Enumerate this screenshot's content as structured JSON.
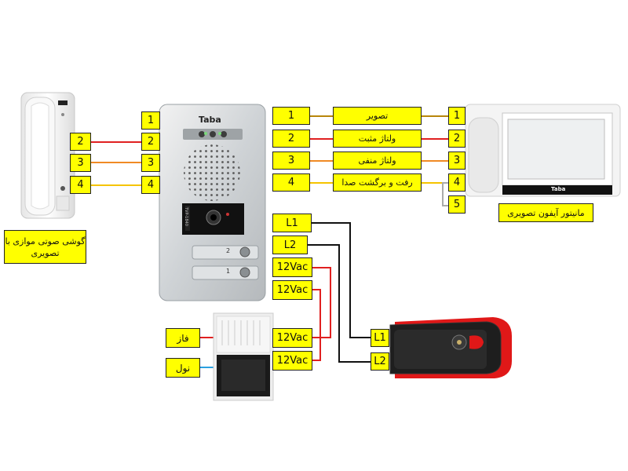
{
  "handset": {
    "caption": "گوشی صوتی موازی با تصویری",
    "terms": [
      "2",
      "3",
      "4"
    ]
  },
  "panel": {
    "brand": "Taba",
    "model": "TVP-1840",
    "terms": [
      "1",
      "2",
      "3",
      "4"
    ],
    "buttons": [
      "2",
      "1"
    ]
  },
  "monitor": {
    "brand": "Taba",
    "caption": "مانیتور آیفون تصویری",
    "terms": [
      "1",
      "2",
      "3",
      "4",
      "5"
    ]
  },
  "wires": [
    {
      "num": "1",
      "label": "تصویر",
      "color": "#b8860b"
    },
    {
      "num": "2",
      "label": "ولتاژ مثبت",
      "color": "#e02020"
    },
    {
      "num": "3",
      "label": "ولتاژ منفی",
      "color": "#f08a24"
    },
    {
      "num": "4",
      "label": "رفت و برگشت صدا",
      "color": "#f5c400"
    }
  ],
  "lockSide": {
    "panel": [
      "L1",
      "L2",
      "12Vac",
      "12Vac"
    ],
    "lock": [
      "L1",
      "L2"
    ]
  },
  "transformer": {
    "out": [
      "12Vac",
      "12Vac"
    ],
    "phase": "فاز",
    "neutral": "نول"
  }
}
